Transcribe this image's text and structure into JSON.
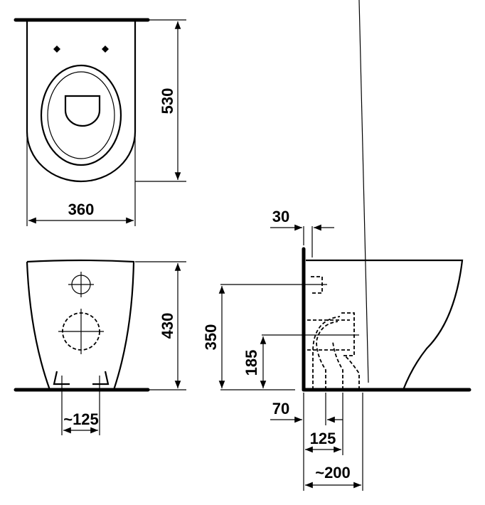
{
  "dimensions": {
    "top_depth": "530",
    "top_width": "360",
    "front_height": "430",
    "front_fixing_spacing": "~125",
    "side_wall_gap": "30",
    "side_inlet_height": "350",
    "side_outlet_height": "185",
    "side_outlet_offset": "70",
    "side_outlet_spacing": "125",
    "side_outlet_max": "~200"
  }
}
